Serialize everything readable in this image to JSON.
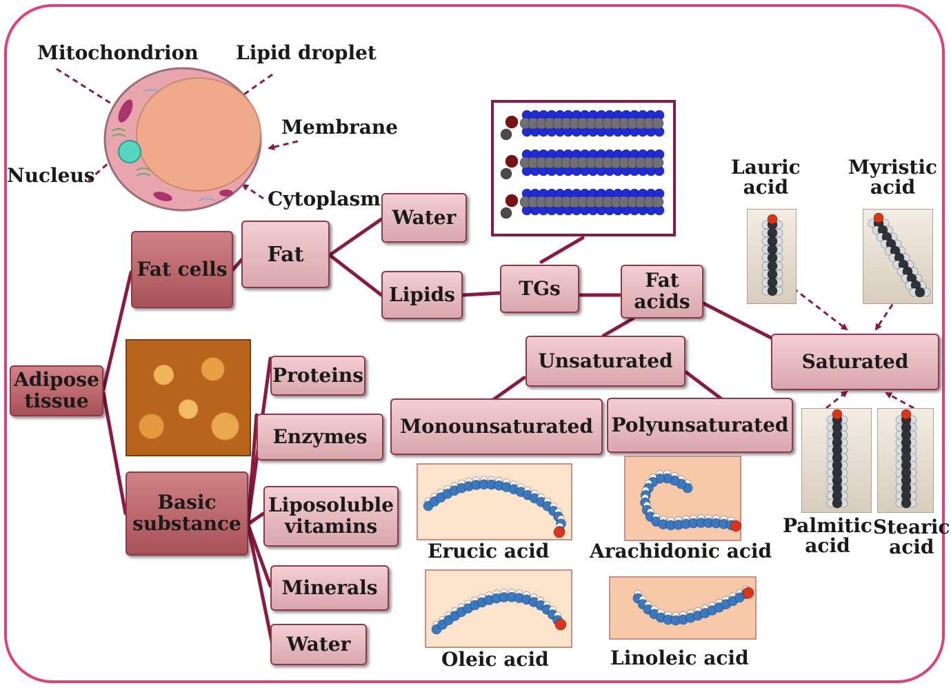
{
  "cell_labels": {
    "mitochondrion": "Mitochondrion",
    "lipid_droplet": "Lipid droplet",
    "membrane": "Membrane",
    "nucleus": "Nucleus",
    "cytoplasm": "Cytoplasm"
  },
  "nodes": {
    "adipose_tissue": "Adipose tissue",
    "fat_cells": "Fat cells",
    "fat": "Fat",
    "water_top": "Water",
    "lipids": "Lipids",
    "tgs": "TGs",
    "fat_acids": "Fat acids",
    "unsaturated": "Unsaturated",
    "saturated": "Saturated",
    "monounsaturated": "Monounsaturated",
    "polyunsaturated": "Polyunsaturated",
    "basic_substance": "Basic substance",
    "proteins": "Proteins",
    "enzymes": "Enzymes",
    "liposoluble_vitamins": "Liposoluble vitamins",
    "minerals": "Minerals",
    "water_bottom": "Water"
  },
  "acids": {
    "lauric": "Lauric acid",
    "myristic": "Myristic acid",
    "palmitic": "Palmitic acid",
    "stearic": "Stearic acid",
    "erucic": "Erucic acid",
    "oleic": "Oleic acid",
    "arachidonic": "Arachidonic acid",
    "linoleic": "Linoleic acid"
  },
  "colors": {
    "frame": "#e0407a",
    "connector": "#8b1a3c",
    "node_light": "#e6b9be",
    "node_dark": "#b5646a",
    "carbon_blue": "#3a78c0",
    "carbon_grey": "#2f3338",
    "oxygen": "#d8351a"
  }
}
